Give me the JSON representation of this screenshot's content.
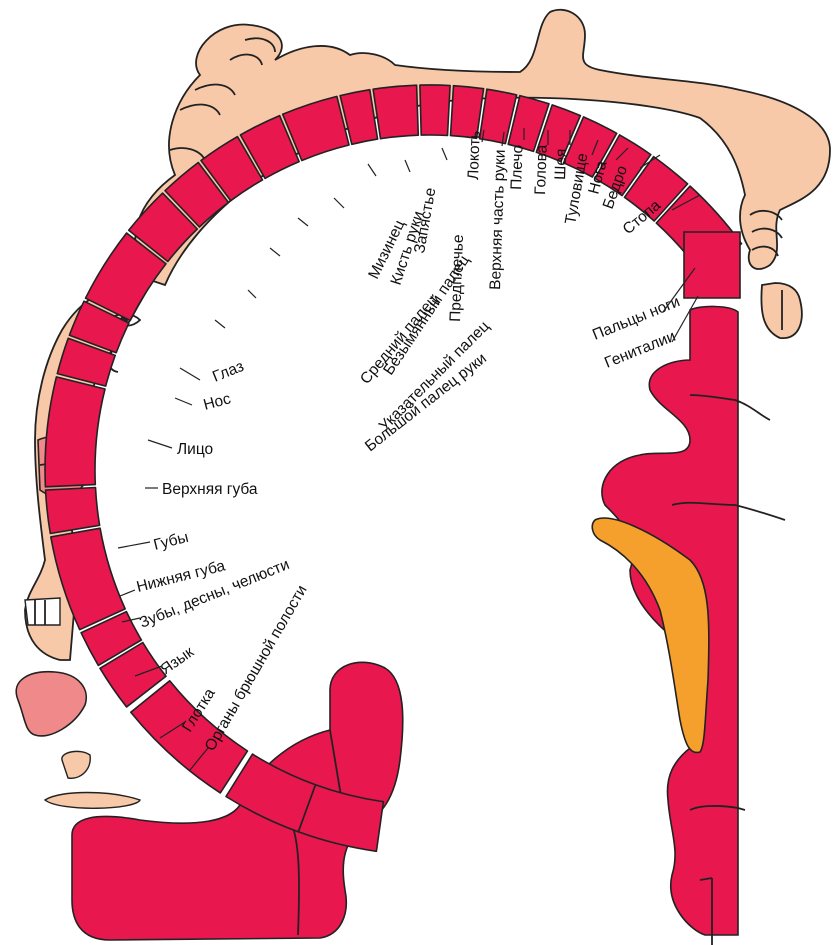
{
  "labels": {
    "toes": "Пальцы ноги",
    "genitals": "Гениталии",
    "foot": "Стопа",
    "thigh": "Бедро",
    "leg": "Нога",
    "trunk": "Туловище",
    "neck": "Шея",
    "head": "Голова",
    "shoulder": "Плечо",
    "elbow": "Локоть",
    "upper_arm": "Верхняя часть руки",
    "forearm": "Предплечье",
    "wrist": "Запястье",
    "hand": "Кисть руки",
    "little_finger": "Мизинец",
    "ring_finger": "Безымянный палец",
    "middle_finger": "Средний палец",
    "index_finger": "Указательный палец",
    "thumb": "Большой палец руки",
    "eye": "Глаз",
    "nose": "Нос",
    "face": "Лицо",
    "upper_lip": "Верхняя губа",
    "lips": "Губы",
    "lower_lip": "Нижняя губа",
    "teeth": "Зубы, десны, челюсти",
    "tongue": "Язык",
    "pharynx": "Глотка",
    "abdominal": "Органы брюшной полости"
  },
  "colors": {
    "cortex": "#e8174e",
    "skin": "#f7c9a8",
    "insula": "#f5a02c",
    "lip": "#f08a8a"
  }
}
